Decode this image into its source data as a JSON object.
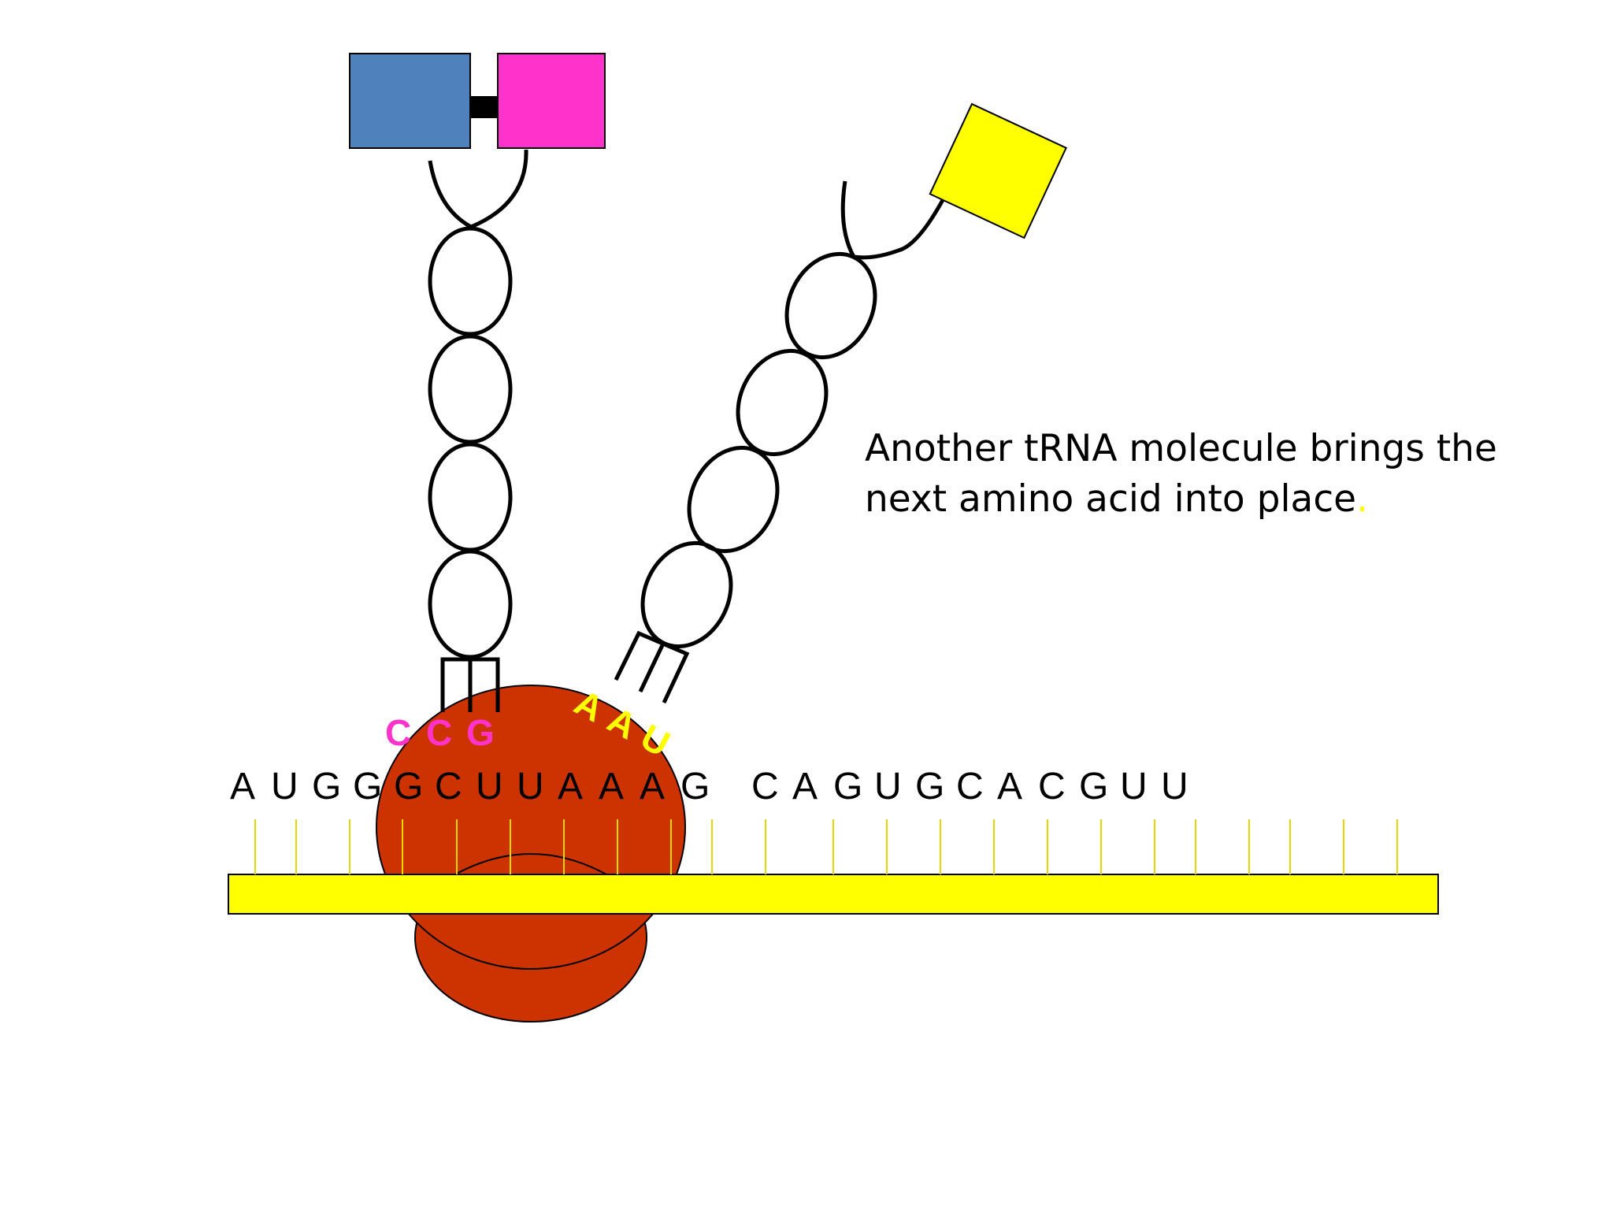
{
  "caption": {
    "text": "Another tRNA molecule brings the next amino acid into place",
    "period": "."
  },
  "mrna": {
    "sequence": "AUGGGCUUAAAG CAGUGCACGUU"
  },
  "trna_left": {
    "anticodon": [
      "C",
      "C",
      "G"
    ],
    "anticodon_color": "#ff33cc"
  },
  "trna_right": {
    "anticodon": [
      "A",
      "A",
      "U"
    ],
    "anticodon_color": "#ffff00"
  },
  "colors": {
    "amino_acid_1": "#4f81bd",
    "amino_acid_2": "#ff33cc",
    "amino_acid_3": "#ffff00",
    "ribosome": "#cc3300",
    "mrna_strand": "#ffff00"
  }
}
